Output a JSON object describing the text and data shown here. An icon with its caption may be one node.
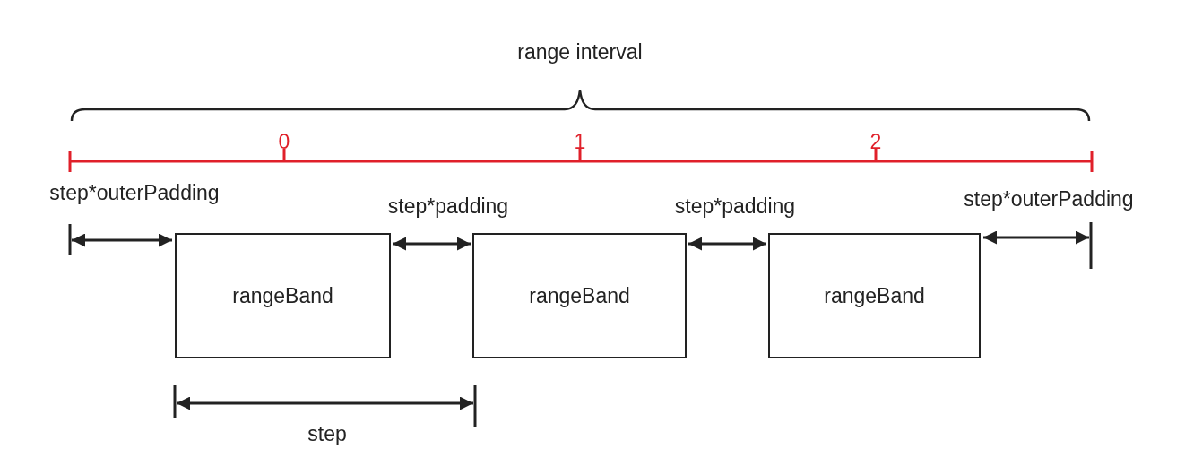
{
  "diagram": {
    "nodes": [
      {
        "text": [
          "rangeBand"
        ]
      },
      {
        "text": [
          "rangeBand"
        ]
      },
      {
        "text": [
          "rangeBand"
        ]
      }
    ],
    "edges": [
      {
        "from": 0,
        "to": 1,
        "arrow": "both",
        "label": "step*padding"
      },
      {
        "from": 1,
        "to": 2,
        "arrow": "both",
        "label": "step*padding"
      }
    ],
    "labels": [
      "range interval",
      "0",
      "1",
      "2",
      "step*outerPadding",
      "step*outerPadding",
      "step"
    ]
  }
}
